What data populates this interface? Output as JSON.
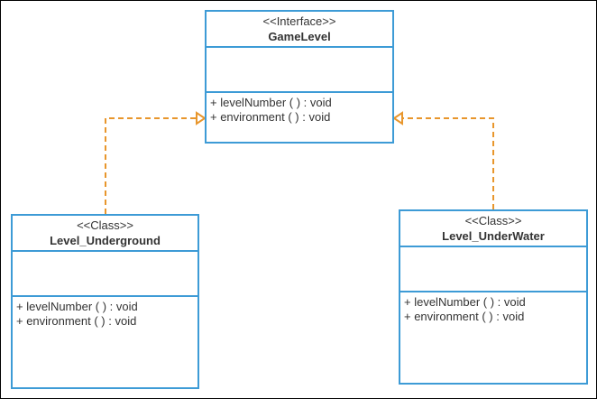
{
  "colors": {
    "border": "#3d9bd6",
    "connector": "#e8962c",
    "text": "#333333",
    "frame": "#000000"
  },
  "interface": {
    "stereotype": "<<Interface>>",
    "name": "GameLevel",
    "operations": [
      "+ levelNumber  ( ) : void",
      "+ environment ( ) : void"
    ]
  },
  "class_underground": {
    "stereotype": "<<Class>>",
    "name": "Level_Underground",
    "operations": [
      "+ levelNumber  ( ) : void",
      "+ environment ( ) : void"
    ]
  },
  "class_underwater": {
    "stereotype": "<<Class>>",
    "name": "Level_UnderWater",
    "operations": [
      "+ levelNumber  ( ) : void",
      "+ environment ( ) : void"
    ]
  },
  "relationships": [
    {
      "from": "Level_Underground",
      "to": "GameLevel",
      "type": "realization"
    },
    {
      "from": "Level_UnderWater",
      "to": "GameLevel",
      "type": "realization"
    }
  ]
}
